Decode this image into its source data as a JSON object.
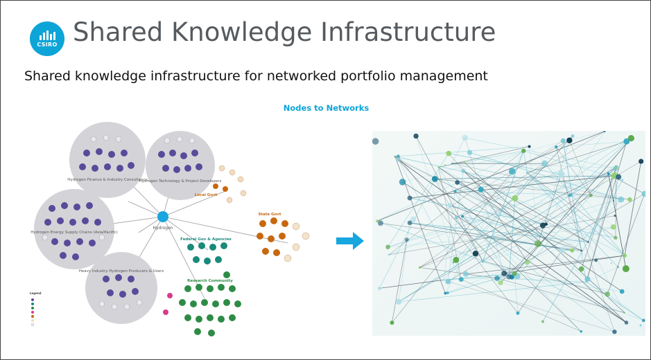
{
  "header": {
    "logo_text": "CSIRO",
    "title": "Shared Knowledge Infrastructure",
    "subtitle": "Shared knowledge infrastructure for networked portfolio management"
  },
  "figure": {
    "caption": "Nodes to Networks",
    "hub_label": "Hydrogen",
    "clusters": [
      "Hydrogen Finance & Industry Consultancy",
      "Hydrogen Technology & Project Developers",
      "Hydrogen Energy Supply Chains (Asia/Pacific)",
      "Heavy Industry Hydrogen Producers & Users",
      "Local Govt",
      "Federal Gov & Agencies",
      "State Govt",
      "Research Community"
    ],
    "legend_title": "Legend"
  },
  "colors": {
    "accent": "#0da4d8",
    "cluster_fill": "#d2d2d6",
    "node_purple": "#5a4a9a",
    "node_orange": "#c8670e",
    "node_green": "#2e8b45",
    "node_teal": "#1a8a7a",
    "node_pink": "#d83a8a"
  }
}
